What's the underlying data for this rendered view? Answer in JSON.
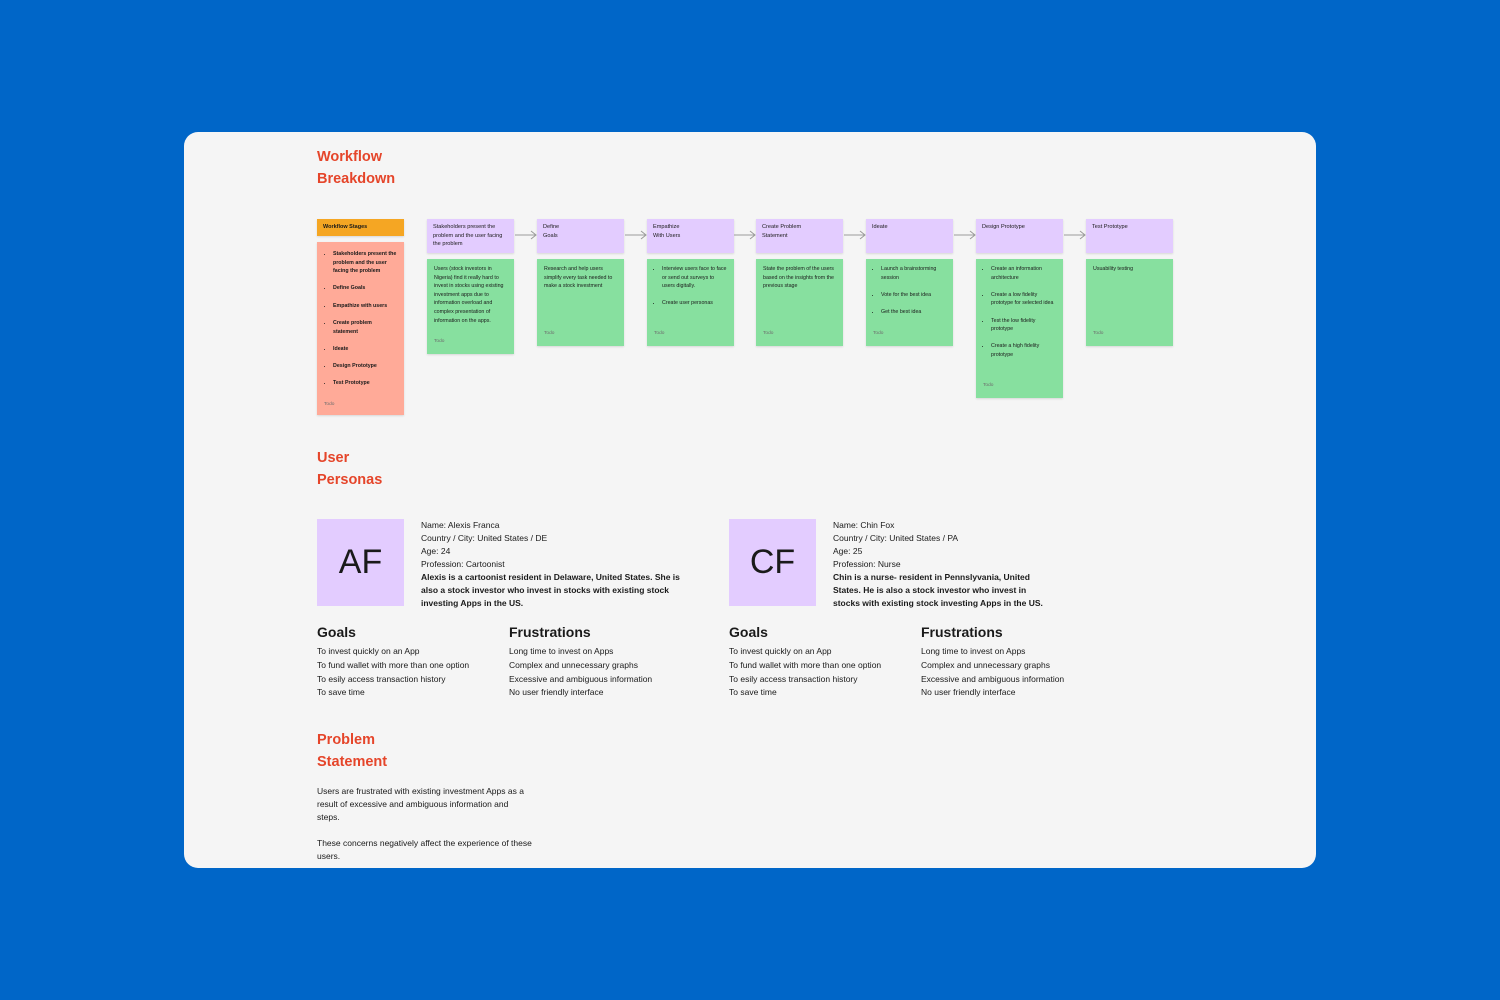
{
  "workflow": {
    "title": "Workflow\nBreakdown",
    "stages_note": {
      "title": "Workflow Stages",
      "items": [
        "Stakeholders present the problem and the user facing the problem",
        "Define Goals",
        "Empathize with users",
        "Create problem statement",
        "Ideate",
        "Design Prototype",
        "Test Prototype"
      ],
      "todo": "Todo"
    },
    "stages": [
      {
        "head": "Stakeholders present the problem and the user facing the problem",
        "body": "Users (stock investors in Nigeria) find it really hard to invest in stocks using existing investment apps due to information overload and complex presentation of information on the apps.",
        "todo": "Todo"
      },
      {
        "head": "Define\nGoals",
        "body": "Research and help users simplify every task needed to make a stock investment",
        "todo": "Todo"
      },
      {
        "head": "Empathize\nWith Users",
        "bullets": [
          "Interview users face to face or send out surveys to users digitally.",
          "Create user personas"
        ],
        "todo": "Todo"
      },
      {
        "head": "Create Problem\nStatement",
        "body": "State the problem of the users based on the insights from the previous stage",
        "todo": "Todo"
      },
      {
        "head": "Ideate",
        "bullets": [
          "Launch a brainstorming session",
          "Vote for the best idea",
          "Get the best idea"
        ],
        "todo": "Todo"
      },
      {
        "head": "Design Prototype",
        "bullets": [
          "Create an information architecture",
          "Create a low fidelity prototype for selected idea",
          "Test the low fidelity prototype",
          "Create a high fidelity prototype"
        ],
        "todo": "Todo"
      },
      {
        "head": "Test Prototype",
        "body": "Usuability testing",
        "todo": "Todo"
      }
    ]
  },
  "personas": {
    "title": "User\nPersonas",
    "list": [
      {
        "initials": "AF",
        "name": "Name: Alexis Franca",
        "location": "Country / City: United States / DE",
        "age": "Age: 24",
        "profession": "Profession: Cartoonist",
        "bio": "Alexis is a cartoonist resident in Delaware, United States. She is also a stock investor who invest in stocks with existing stock investing Apps in the US.",
        "goals_title": "Goals",
        "goals": [
          "To invest quickly on an App",
          "To fund wallet with more than one option",
          "To esily access transaction history",
          "To save time"
        ],
        "frustrations_title": "Frustrations",
        "frustrations": [
          "Long time to invest on Apps",
          "Complex and unnecessary graphs",
          "Excessive and ambiguous information",
          "No user friendly interface"
        ]
      },
      {
        "initials": "CF",
        "name": "Name: Chin Fox",
        "location": "Country / City: United States / PA",
        "age": "Age: 25",
        "profession": "Profession: Nurse",
        "bio": "Chin is a nurse- resident in Pennslyvania, United States. He is also a stock investor who invest in stocks with existing stock investing Apps in the US.",
        "goals_title": "Goals",
        "goals": [
          "To invest quickly on an App",
          "To fund wallet with more than one option",
          "To esily access transaction history",
          "To save time"
        ],
        "frustrations_title": "Frustrations",
        "frustrations": [
          "Long time to invest on Apps",
          "Complex and unnecessary graphs",
          "Excessive and ambiguous information",
          "No user friendly interface"
        ]
      }
    ]
  },
  "problem": {
    "title": "Problem\nStatement",
    "paragraphs": [
      "Users are frustrated with existing investment Apps as a result of excessive and ambiguous information and steps.",
      "These concerns negatively affect the experience of these users."
    ]
  },
  "colors": {
    "background": "#0066c8",
    "board": "#f5f5f5",
    "title": "#e5452a",
    "stage_head": "#e3ccff",
    "stage_body": "#87e09f",
    "stages_head": "#f5a623",
    "stages_body": "#ffaa98"
  }
}
